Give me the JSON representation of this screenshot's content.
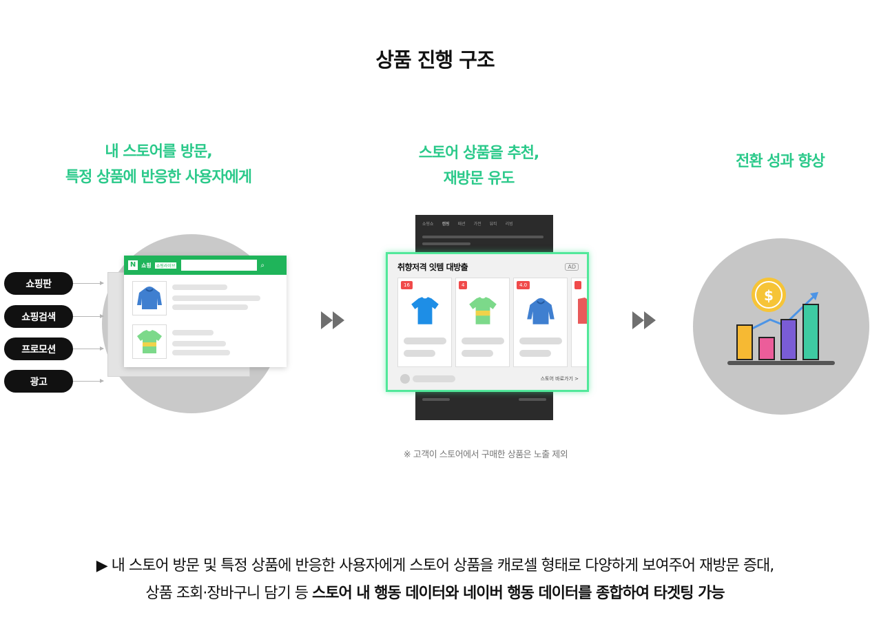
{
  "title": "상품 진행 구조",
  "steps": {
    "step1": {
      "line1": "내 스토어를 방문,",
      "line2": "특정 상품에 반응한 사용자에게"
    },
    "step2": {
      "line1": "스토어 상품을 추천,",
      "line2": "재방문 유도"
    },
    "step3": {
      "line1": "전환 성과 향상"
    }
  },
  "channels": [
    "쇼핑판",
    "쇼핑검색",
    "프로모션",
    "광고"
  ],
  "browser": {
    "brand": "쇼핑",
    "tag": "쇼핑라이브",
    "search_icon": "search-icon"
  },
  "phone": {
    "tabs": [
      "쇼핑쇼",
      "캠핑",
      "패션",
      "가전",
      "뷰티",
      "리빙"
    ]
  },
  "carousel": {
    "title": "취향저격 잇템 대방출",
    "ad_label": "AD",
    "badges": [
      "16",
      "4",
      "4.0",
      ""
    ],
    "link": "스토어 바로가기 >"
  },
  "note": "※ 고객이 스토어에서 구매한 상품은 노출 제외",
  "bottom": {
    "line1": "▶ 내 스토어 방문 및 특정 상품에 반응한 사용자에게 스토어 상품을 캐로셀 형태로 다양하게 보여주어 재방문 증대,",
    "line2_plain": "상품 조회·장바구니 담기 등 ",
    "line2_bold": "스토어 내 행동 데이터와 네이버 행동 데이터를 종합하여 타겟팅 가능"
  },
  "colors": {
    "accent": "#2bc98a",
    "highlight": "#51e89a",
    "naver_green": "#1fb45a"
  }
}
